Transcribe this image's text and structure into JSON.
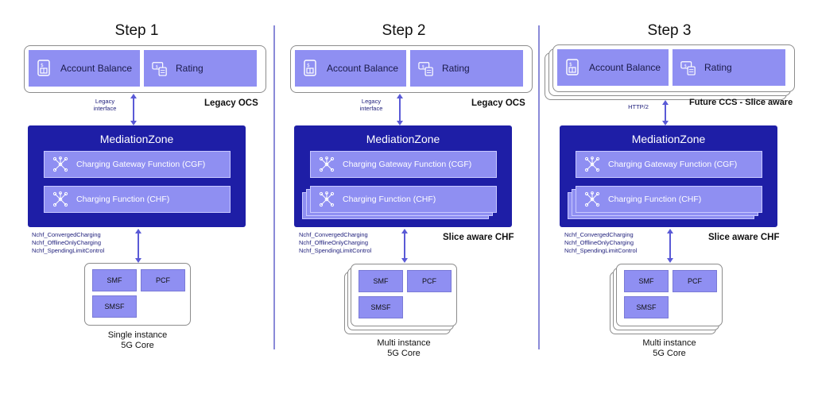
{
  "steps": [
    {
      "title": "Step 1",
      "account_balance": "Account Balance",
      "rating": "Rating",
      "ocs_label": "Legacy OCS",
      "link_label": [
        "Legacy",
        "interface"
      ],
      "mediation_title": "MediationZone",
      "cgf": "Charging Gateway Function (CGF)",
      "chf": "Charging Function (CHF)",
      "interfaces": [
        "Nchf_ConvergedCharging",
        "Nchf_OfflineOnlyCharging",
        "Nchf_SpendingLimitControl"
      ],
      "slice_label": "",
      "nfs": [
        "SMF",
        "PCF",
        "SMSF"
      ],
      "core_label": [
        "Single instance",
        "5G Core"
      ]
    },
    {
      "title": "Step 2",
      "account_balance": "Account Balance",
      "rating": "Rating",
      "ocs_label": "Legacy OCS",
      "link_label": [
        "Legacy",
        "interface"
      ],
      "mediation_title": "MediationZone",
      "cgf": "Charging Gateway Function (CGF)",
      "chf": "Charging Function (CHF)",
      "interfaces": [
        "Nchf_ConvergedCharging",
        "Nchf_OfflineOnlyCharging",
        "Nchf_SpendingLimitControl"
      ],
      "slice_label": "Slice aware CHF",
      "nfs": [
        "SMF",
        "PCF",
        "SMSF"
      ],
      "core_label": [
        "Multi instance",
        "5G Core"
      ]
    },
    {
      "title": "Step 3",
      "account_balance": "Account Balance",
      "rating": "Rating",
      "ocs_label": "Future CCS - Slice aware",
      "link_label": [
        "HTTP/2",
        ""
      ],
      "mediation_title": "MediationZone",
      "cgf": "Charging Gateway Function (CGF)",
      "chf": "Charging Function (CHF)",
      "interfaces": [
        "Nchf_ConvergedCharging",
        "Nchf_OfflineOnlyCharging",
        "Nchf_SpendingLimitControl"
      ],
      "slice_label": "Slice aware CHF",
      "nfs": [
        "SMF",
        "PCF",
        "SMSF"
      ],
      "core_label": [
        "Multi instance",
        "5G Core"
      ]
    }
  ],
  "icons": {
    "account_balance": "ledger-icon",
    "rating": "money-calculator-icon",
    "function": "network-nodes-icon"
  },
  "colors": {
    "mediation_zone": "#1e1ea6",
    "tile": "#8f8ff2",
    "divider": "#8a8ad8",
    "arrow": "#5a5ad6"
  }
}
